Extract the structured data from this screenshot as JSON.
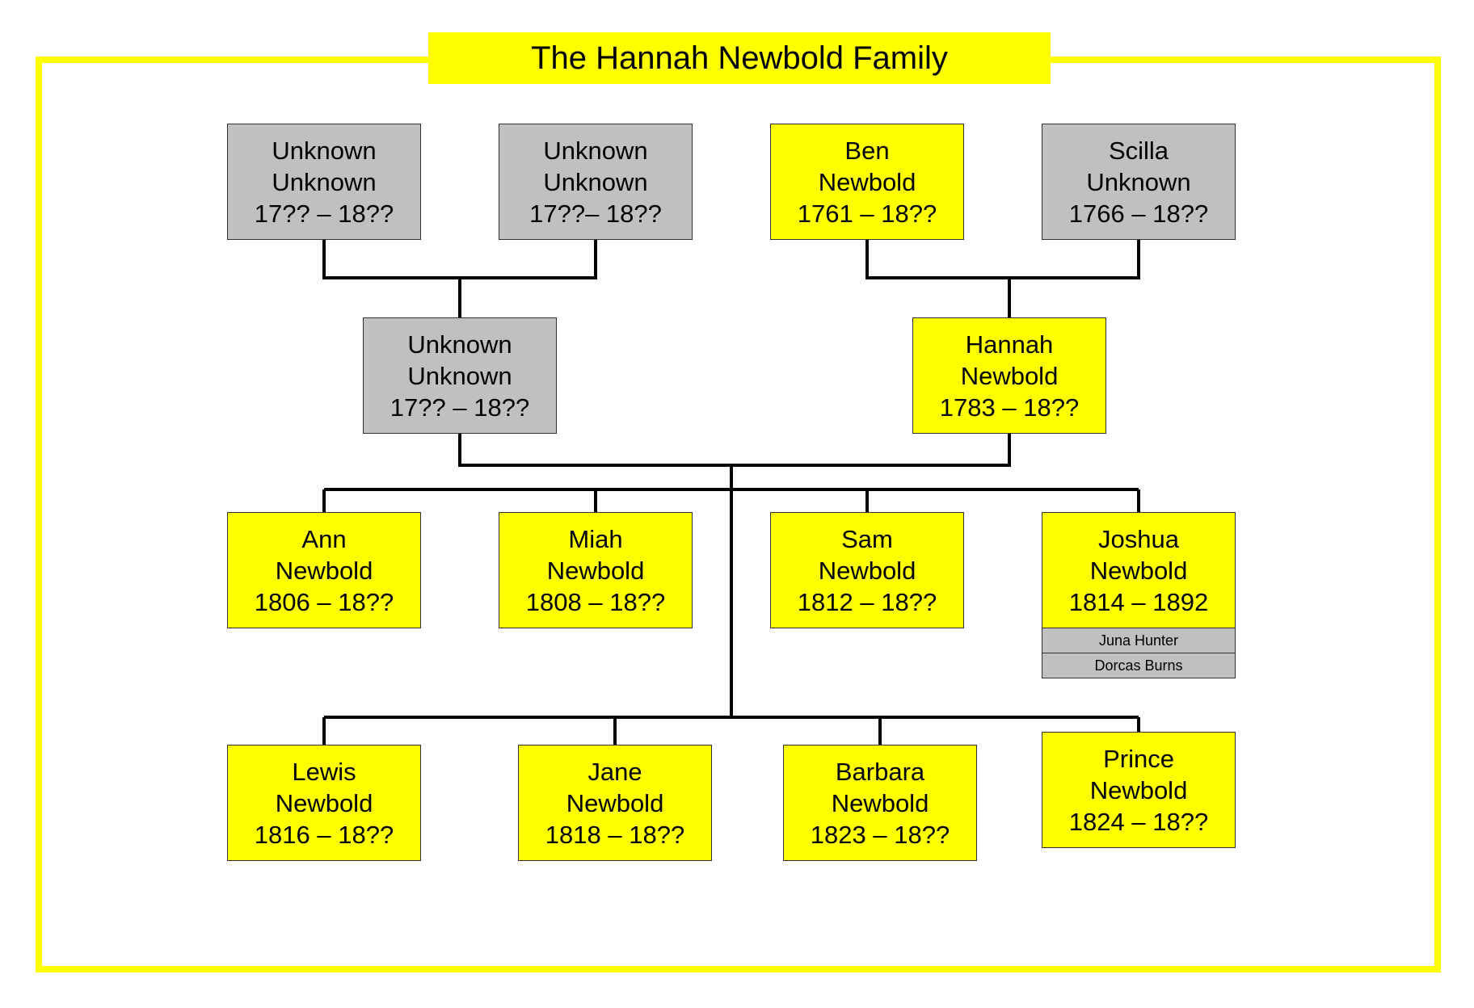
{
  "title": "The Hannah Newbold Family",
  "colors": {
    "known": "#ffff00",
    "unknown": "#c0c0c0",
    "frame": "#ffff00",
    "line": "#000000"
  },
  "grandparents": {
    "father_father": {
      "first": "Unknown",
      "last": "Unknown",
      "dates": "17?? – 18??"
    },
    "father_mother": {
      "first": "Unknown",
      "last": "Unknown",
      "dates": "17??– 18??"
    },
    "mother_father": {
      "first": "Ben",
      "last": "Newbold",
      "dates": "1761 – 18??"
    },
    "mother_mother": {
      "first": "Scilla",
      "last": "Unknown",
      "dates": "1766 – 18??"
    }
  },
  "parents": {
    "father": {
      "first": "Unknown",
      "last": "Unknown",
      "dates": "17?? – 18??"
    },
    "mother": {
      "first": "Hannah",
      "last": "Newbold",
      "dates": "1783 – 18??"
    }
  },
  "children": [
    {
      "first": "Ann",
      "last": "Newbold",
      "dates": "1806 – 18??"
    },
    {
      "first": "Miah",
      "last": "Newbold",
      "dates": "1808 – 18??"
    },
    {
      "first": "Sam",
      "last": "Newbold",
      "dates": "1812 – 18??"
    },
    {
      "first": "Joshua",
      "last": "Newbold",
      "dates": "1814 – 1892",
      "spouses": [
        "Juna Hunter",
        "Dorcas Burns"
      ]
    },
    {
      "first": "Lewis",
      "last": "Newbold",
      "dates": "1816 – 18??"
    },
    {
      "first": "Jane",
      "last": "Newbold",
      "dates": "1818 – 18??"
    },
    {
      "first": "Barbara",
      "last": "Newbold",
      "dates": "1823 – 18??"
    },
    {
      "first": "Prince",
      "last": "Newbold",
      "dates": "1824 – 18??"
    }
  ]
}
